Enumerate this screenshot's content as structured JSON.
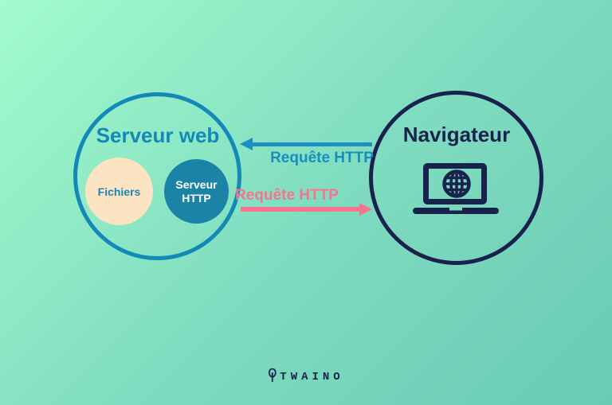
{
  "background": {
    "gradient_start_color": "#a2fccd",
    "gradient_end_color": "#68cbb4"
  },
  "server_circle": {
    "title": "Serveur web",
    "border_color": "#1489b8",
    "files_circle": {
      "label": "Fichiers",
      "fill_color": "#fce3c2",
      "text_color": "#1d86b0"
    },
    "http_circle": {
      "label": "Serveur HTTP",
      "fill_color": "#1b83a6",
      "text_color": "#ffffff"
    }
  },
  "browser_circle": {
    "title": "Navigateur",
    "border_color": "#18224d",
    "icon": "laptop-globe-icon"
  },
  "arrows": {
    "top": {
      "label": "Requête HTTP",
      "direction": "left",
      "color": "#1e8fc2"
    },
    "bottom": {
      "label": "Requête HTTP",
      "direction": "right",
      "color": "#f7748f"
    }
  },
  "footer": {
    "brand": "TWAINO",
    "icon": "tree-icon",
    "color": "#18224d"
  }
}
